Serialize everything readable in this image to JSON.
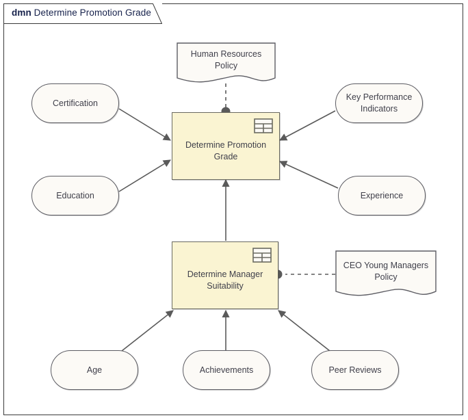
{
  "frame": {
    "keyword": "dmn",
    "title": "Determine Promotion Grade"
  },
  "colors": {
    "decision_fill": "#faf4d2",
    "decision_stroke": "#6a6a60",
    "input_fill": "#fcfaf6",
    "input_stroke": "#5c5c63",
    "knowledge_fill": "#fcfaf6",
    "knowledge_stroke": "#5c5c63",
    "connector": "#5a5a5a",
    "frame_stroke": "#3a3a3a",
    "title_text": "#16214b",
    "node_text": "#3f3f4a"
  },
  "nodes": {
    "human_resources_policy": {
      "label": "Human Resources Policy",
      "type": "knowledge-source"
    },
    "ceo_young_managers_policy": {
      "label": "CEO Young Managers\nPolicy",
      "type": "knowledge-source"
    },
    "determine_promotion_grade": {
      "label": "Determine Promotion\nGrade",
      "type": "decision"
    },
    "determine_manager_suitability": {
      "label": "Determine Manager\nSuitability",
      "type": "decision"
    },
    "certification": {
      "label": "Certification",
      "type": "input-data"
    },
    "education": {
      "label": "Education",
      "type": "input-data"
    },
    "key_performance_indicators": {
      "label": "Key Performance\nIndicators",
      "type": "input-data"
    },
    "experience": {
      "label": "Experience",
      "type": "input-data"
    },
    "age": {
      "label": "Age",
      "type": "input-data"
    },
    "achievements": {
      "label": "Achievements",
      "type": "input-data"
    },
    "peer_reviews": {
      "label": "Peer Reviews",
      "type": "input-data"
    }
  },
  "connections": [
    {
      "from": "certification",
      "to": "determine_promotion_grade",
      "style": "information-requirement"
    },
    {
      "from": "education",
      "to": "determine_promotion_grade",
      "style": "information-requirement"
    },
    {
      "from": "key_performance_indicators",
      "to": "determine_promotion_grade",
      "style": "information-requirement"
    },
    {
      "from": "experience",
      "to": "determine_promotion_grade",
      "style": "information-requirement"
    },
    {
      "from": "determine_manager_suitability",
      "to": "determine_promotion_grade",
      "style": "information-requirement"
    },
    {
      "from": "human_resources_policy",
      "to": "determine_promotion_grade",
      "style": "authority-requirement"
    },
    {
      "from": "ceo_young_managers_policy",
      "to": "determine_manager_suitability",
      "style": "authority-requirement"
    },
    {
      "from": "age",
      "to": "determine_manager_suitability",
      "style": "information-requirement"
    },
    {
      "from": "achievements",
      "to": "determine_manager_suitability",
      "style": "information-requirement"
    },
    {
      "from": "peer_reviews",
      "to": "determine_manager_suitability",
      "style": "information-requirement"
    }
  ]
}
